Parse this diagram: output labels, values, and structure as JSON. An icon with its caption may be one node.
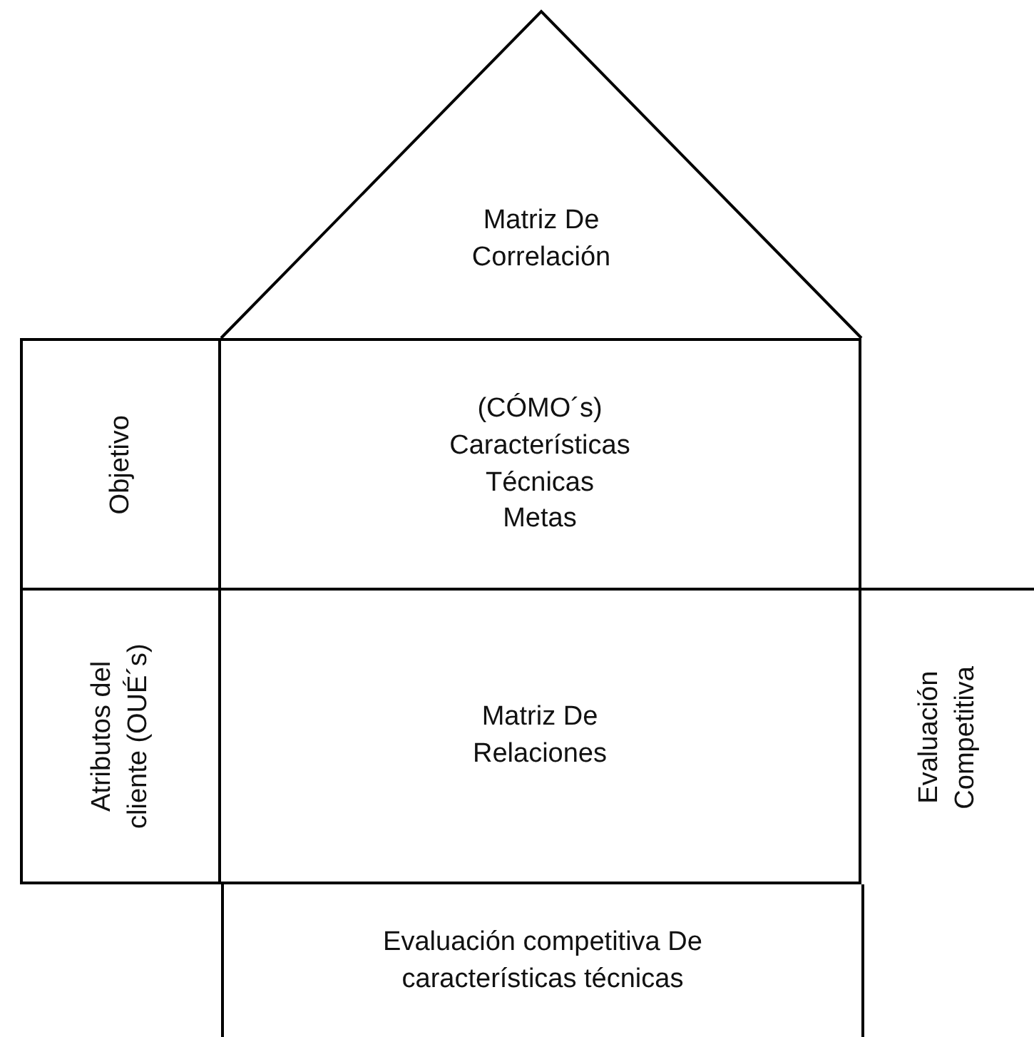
{
  "diagram": {
    "nodes": [
      {
        "text": [
          "Matriz De Correlación"
        ]
      },
      {
        "text": [
          "Objetivo"
        ]
      },
      {
        "text": [
          "(CÓMO´s) Características Técnicas Metas"
        ]
      },
      {
        "text": [
          "Atributos del cliente (OUÉ´s)"
        ]
      },
      {
        "text": [
          "Matriz De Relaciones"
        ]
      },
      {
        "text": [
          "Evaluación Competitiva"
        ]
      },
      {
        "text": [
          "Evaluación competitiva De características técnicas"
        ]
      }
    ]
  }
}
